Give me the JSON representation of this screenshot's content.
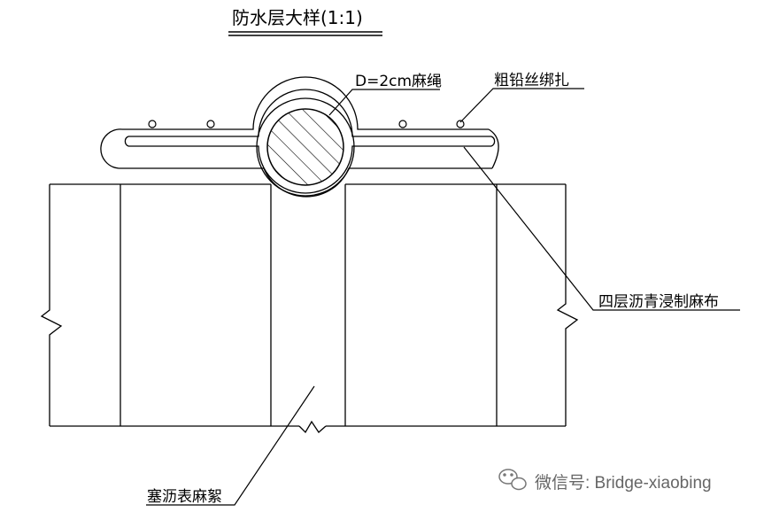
{
  "drawing": {
    "title": "防水层大样(1:1)",
    "labels": {
      "rope": "D=2cm麻绳",
      "wire": "粗铅丝绑扎",
      "felt": "四层沥青浸制麻布",
      "filler": "塞沥表麻絮"
    }
  },
  "watermark": {
    "text": "微信号: Bridge-xiaobing",
    "icon": "wechat-icon"
  }
}
